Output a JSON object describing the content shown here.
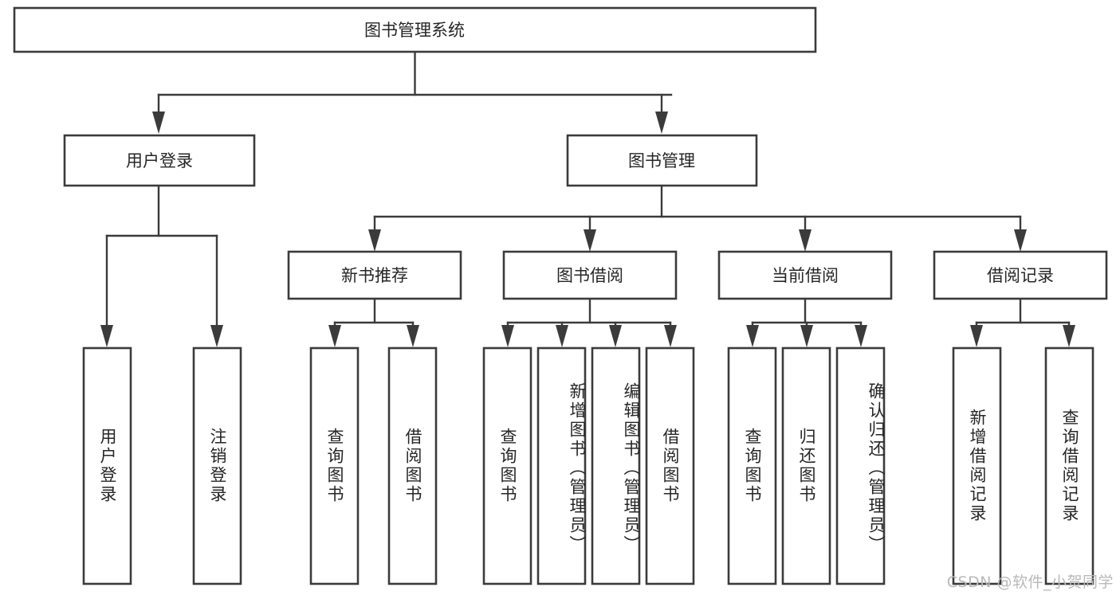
{
  "diagram": {
    "type": "tree-hierarchy",
    "title": "图书管理系统",
    "watermark": "CSDN @软件_小贺同学",
    "colors": {
      "stroke": "#3b3b3b",
      "fill": "#ffffff",
      "text": "#262626",
      "watermark": "#b9b9b9",
      "background": "#ffffff"
    },
    "root": {
      "label": "图书管理系统"
    },
    "level2": [
      {
        "label": "用户登录"
      },
      {
        "label": "图书管理"
      }
    ],
    "level3": [
      {
        "label": "新书推荐"
      },
      {
        "label": "图书借阅"
      },
      {
        "label": "当前借阅"
      },
      {
        "label": "借阅记录"
      }
    ],
    "leaves": {
      "user_login": [
        {
          "label": "用户登录"
        },
        {
          "label": "注销登录"
        }
      ],
      "new_book_recommend": [
        {
          "label": "查询图书"
        },
        {
          "label": "借阅图书"
        }
      ],
      "book_borrow": [
        {
          "label": "查询图书"
        },
        {
          "label": "新增图书（管理员）"
        },
        {
          "label": "编辑图书（管理员）"
        },
        {
          "label": "借阅图书"
        }
      ],
      "current_borrow": [
        {
          "label": "查询图书"
        },
        {
          "label": "归还图书"
        },
        {
          "label": "确认归还（管理员）"
        }
      ],
      "borrow_record": [
        {
          "label": "新增借阅记录"
        },
        {
          "label": "查询借阅记录"
        }
      ]
    }
  }
}
